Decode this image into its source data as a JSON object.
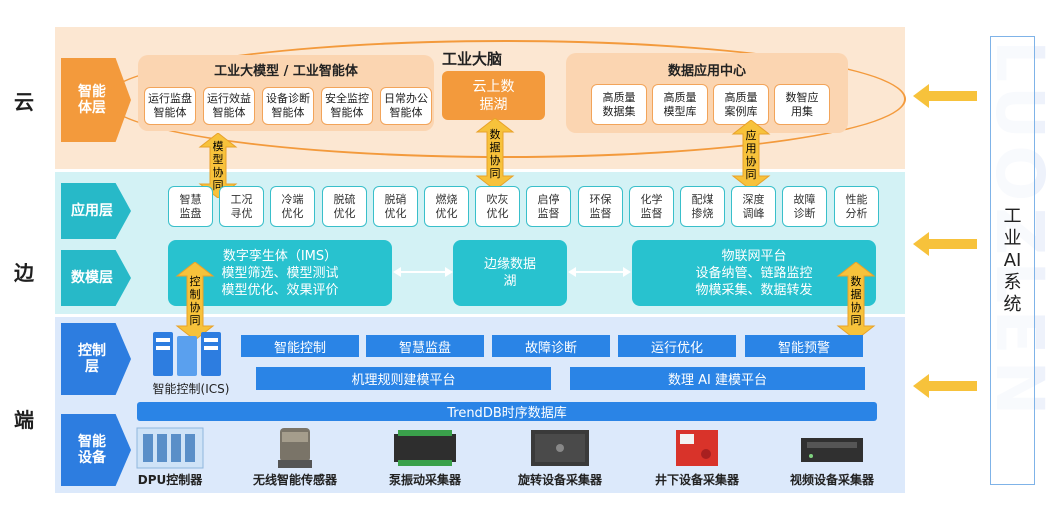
{
  "tiers": {
    "cloud": "云",
    "edge": "边",
    "end": "端"
  },
  "layer_labels": {
    "agent": "智能体层",
    "app": "应用层",
    "model": "数模层",
    "control": "控制层",
    "device": "智能设备"
  },
  "cloud": {
    "brain_title": "工业大脑",
    "model_group": {
      "title": "工业大模型 / 工业智能体",
      "items": [
        "运行监盘智能体",
        "运行效益智能体",
        "设备诊断智能体",
        "安全监控智能体",
        "日常办公智能体"
      ]
    },
    "data_lake": "云上数据湖",
    "data_center": {
      "title": "数据应用中心",
      "items": [
        "高质量数据集",
        "高质量模型库",
        "高质量案例库",
        "数智应用集"
      ]
    }
  },
  "connectors": {
    "model_sync": "模型协同",
    "data_sync": "数据协同",
    "app_sync": "应用协同",
    "control_sync": "控制协同",
    "data_sync_2": "数据协同"
  },
  "app_items": [
    "智慧监盘",
    "工况寻优",
    "冷端优化",
    "脱硫优化",
    "脱硝优化",
    "燃烧优化",
    "吹灰优化",
    "启停监督",
    "环保监督",
    "化学监督",
    "配煤掺烧",
    "深度调峰",
    "故障诊断",
    "性能分析"
  ],
  "model_layer": {
    "digital_twin": [
      "数字孪生体（IMS）",
      "模型筛选、模型测试",
      "模型优化、效果评价"
    ],
    "edge_lake": "边缘数据湖",
    "iot": [
      "物联网平台",
      "设备纳管、链路监控",
      "物模采集、数据转发"
    ]
  },
  "control_layer": {
    "buttons": [
      "智能控制",
      "智慧监盘",
      "故障诊断",
      "运行优化",
      "智能预警"
    ],
    "platforms": [
      "机理规则建模平台",
      "数理 AI 建模平台"
    ],
    "ics_label": "智能控制(ICS)",
    "tsdb": "TrendDB时序数据库"
  },
  "devices": [
    "DPU控制器",
    "无线智能传感器",
    "泵振动采集器",
    "旋转设备采集器",
    "井下设备采集器",
    "视频设备采集器"
  ],
  "side_label": "工业AI系统",
  "watermark": "LUOZLEN",
  "colors": {
    "orange": "#f39a3c",
    "teal": "#27b9c8",
    "blue": "#2d7de0",
    "arrow_yellow": "#f7c23b"
  }
}
